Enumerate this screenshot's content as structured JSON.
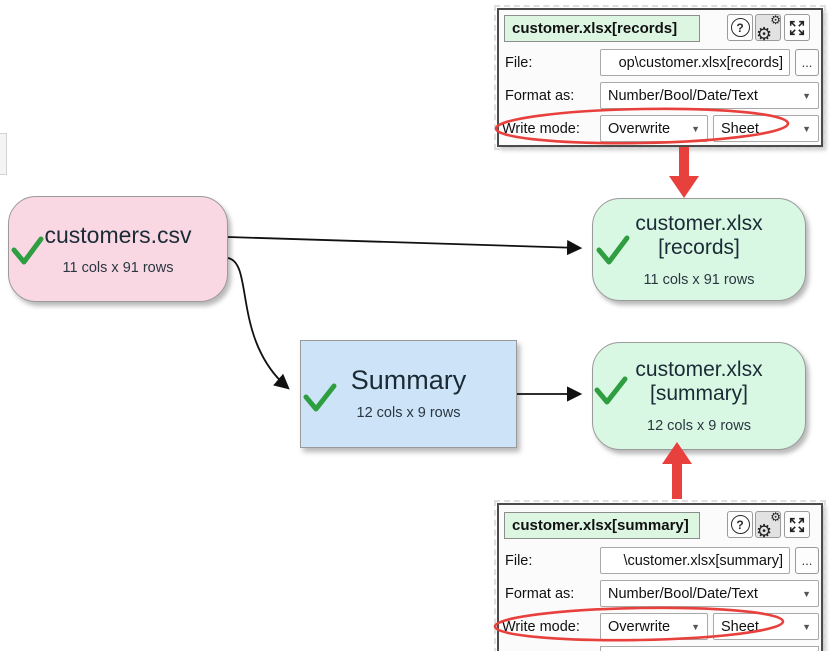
{
  "nodes": {
    "source": {
      "title": "customers.csv",
      "stats": "11 cols x 91 rows"
    },
    "records_output": {
      "line1": "customer.xlsx",
      "line2": "[records]",
      "stats": "11 cols x 91 rows"
    },
    "summary_transform": {
      "title": "Summary",
      "stats": "12 cols x 9 rows"
    },
    "summary_output": {
      "line1": "customer.xlsx",
      "line2": "[summary]",
      "stats": "12 cols x 9 rows"
    }
  },
  "panels": {
    "records": {
      "title": "customer.xlsx[records]",
      "help_label": "?",
      "file_label": "File:",
      "file_value": "op\\customer.xlsx[records]",
      "browse_label": "...",
      "format_label": "Format as:",
      "format_value": "Number/Bool/Date/Text",
      "write_mode_label": "Write mode:",
      "write_mode_value": "Overwrite",
      "write_target_value": "Sheet"
    },
    "summary": {
      "title": "customer.xlsx[summary]",
      "help_label": "?",
      "file_label": "File:",
      "file_value": "\\customer.xlsx[summary]",
      "browse_label": "...",
      "format_label": "Format as:",
      "format_value": "Number/Bool/Date/Text",
      "write_mode_label": "Write mode:",
      "write_mode_value": "Overwrite",
      "write_target_value": "Sheet"
    }
  },
  "colors": {
    "source_node": "#f9d8e4",
    "output_node": "#d9f8e4",
    "transform_node": "#cde4f8",
    "annotation_red": "#e8403c",
    "check_green": "#2f9e41",
    "edge_black": "#111111"
  }
}
